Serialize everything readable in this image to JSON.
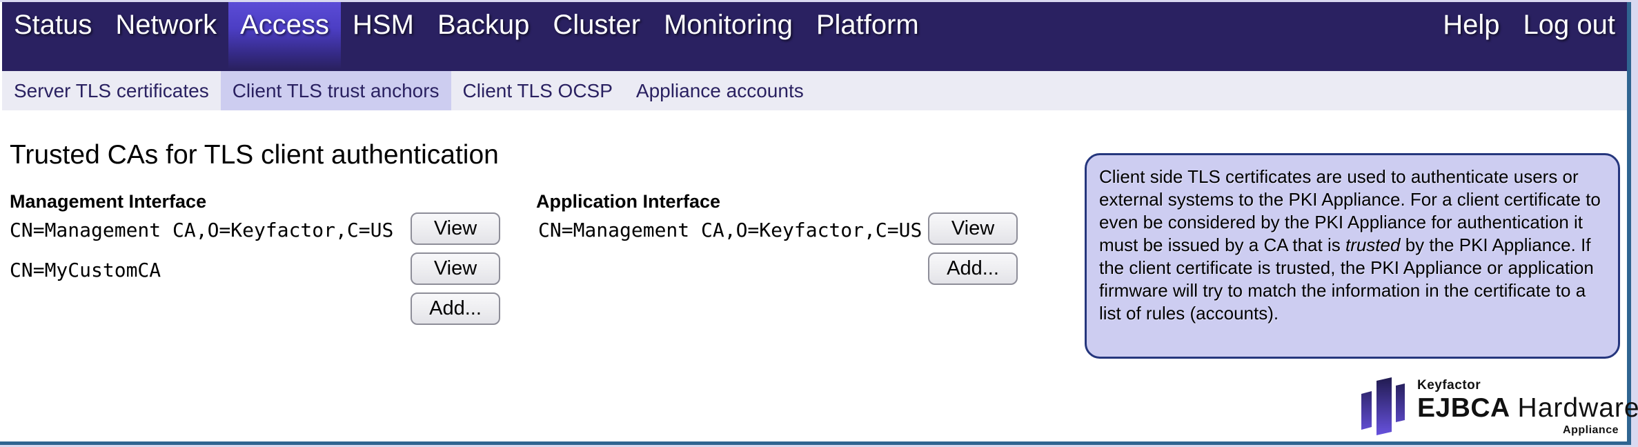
{
  "colors": {
    "topnav_background": "#2a2161",
    "active_tab_accent": "#4c3ec4",
    "subnav_background": "#ebebf4",
    "subnav_active_background": "#cdcdf0",
    "info_box_background": "#cdcdf1",
    "info_box_border": "#25367d",
    "frame_border": "#2f6591",
    "logo_purple": "#5b43d0"
  },
  "topnav": {
    "items": [
      "Status",
      "Network",
      "Access",
      "HSM",
      "Backup",
      "Cluster",
      "Monitoring",
      "Platform"
    ],
    "active_item": "Access",
    "right_items": [
      "Help",
      "Log out"
    ]
  },
  "subnav": {
    "items": [
      "Server TLS certificates",
      "Client TLS trust anchors",
      "Client TLS OCSP",
      "Appliance accounts"
    ],
    "active_item": "Client TLS trust anchors"
  },
  "main": {
    "title": "Trusted CAs for TLS client authentication",
    "buttons": {
      "view": "View",
      "add": "Add..."
    },
    "sections": {
      "management": {
        "heading": "Management Interface",
        "certificates": [
          "CN=Management CA,O=Keyfactor,C=US",
          "CN=MyCustomCA"
        ]
      },
      "application": {
        "heading": "Application Interface",
        "certificates": [
          "CN=Management CA,O=Keyfactor,C=US"
        ]
      }
    },
    "info_box": {
      "text_before_italic": "Client side TLS certificates are used to authenticate users or external systems to the PKI Appliance. For a client certificate to even be considered by the PKI Appliance for authentication it must be issued by a CA that is ",
      "italic_word": "trusted",
      "text_after_italic": " by the PKI Appliance. If the client certificate is trusted, the PKI Appliance or application firmware will try to match the information in the certificate to a list of rules (accounts)."
    }
  },
  "logo": {
    "brand": "Keyfactor",
    "product_bold": "EJBCA",
    "product_regular": "Hardware",
    "subtitle": "Appliance"
  }
}
